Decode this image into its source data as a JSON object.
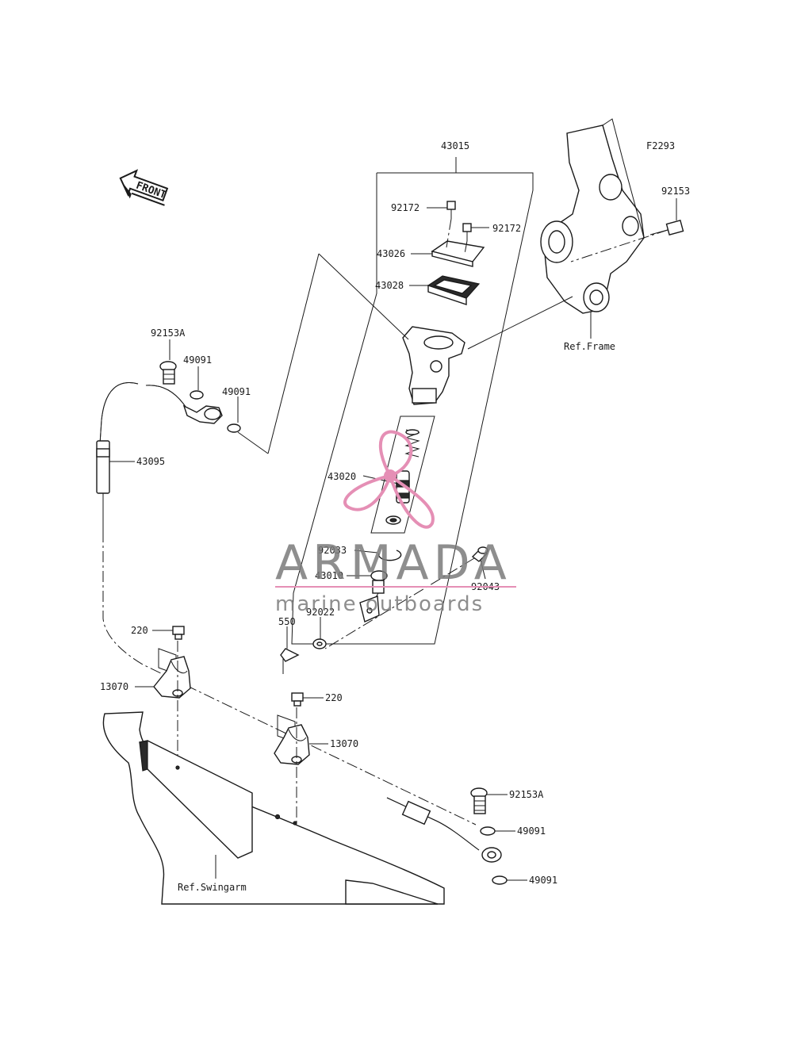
{
  "diagram_code": "F2293",
  "front_label": "FRONT",
  "watermark": {
    "brand": "ARMADA",
    "tagline": "marine outboards",
    "accent_color": "#e58fb5"
  },
  "labels": {
    "l_43015": "43015",
    "l_92172a": "92172",
    "l_92172b": "92172",
    "l_43026": "43026",
    "l_43028": "43028",
    "l_92153": "92153",
    "l_ref_frame": "Ref.Frame",
    "l_92153a_top": "92153A",
    "l_49091_a": "49091",
    "l_49091_b": "49091",
    "l_43095": "43095",
    "l_43020": "43020",
    "l_92033": "92033",
    "l_43010": "43010",
    "l_92043": "92043",
    "l_92022": "92022",
    "l_550": "550",
    "l_220_a": "220",
    "l_13070_a": "13070",
    "l_220_b": "220",
    "l_13070_b": "13070",
    "l_92153a_bot": "92153A",
    "l_49091_c": "49091",
    "l_49091_d": "49091",
    "l_ref_swingarm": "Ref.Swingarm"
  }
}
